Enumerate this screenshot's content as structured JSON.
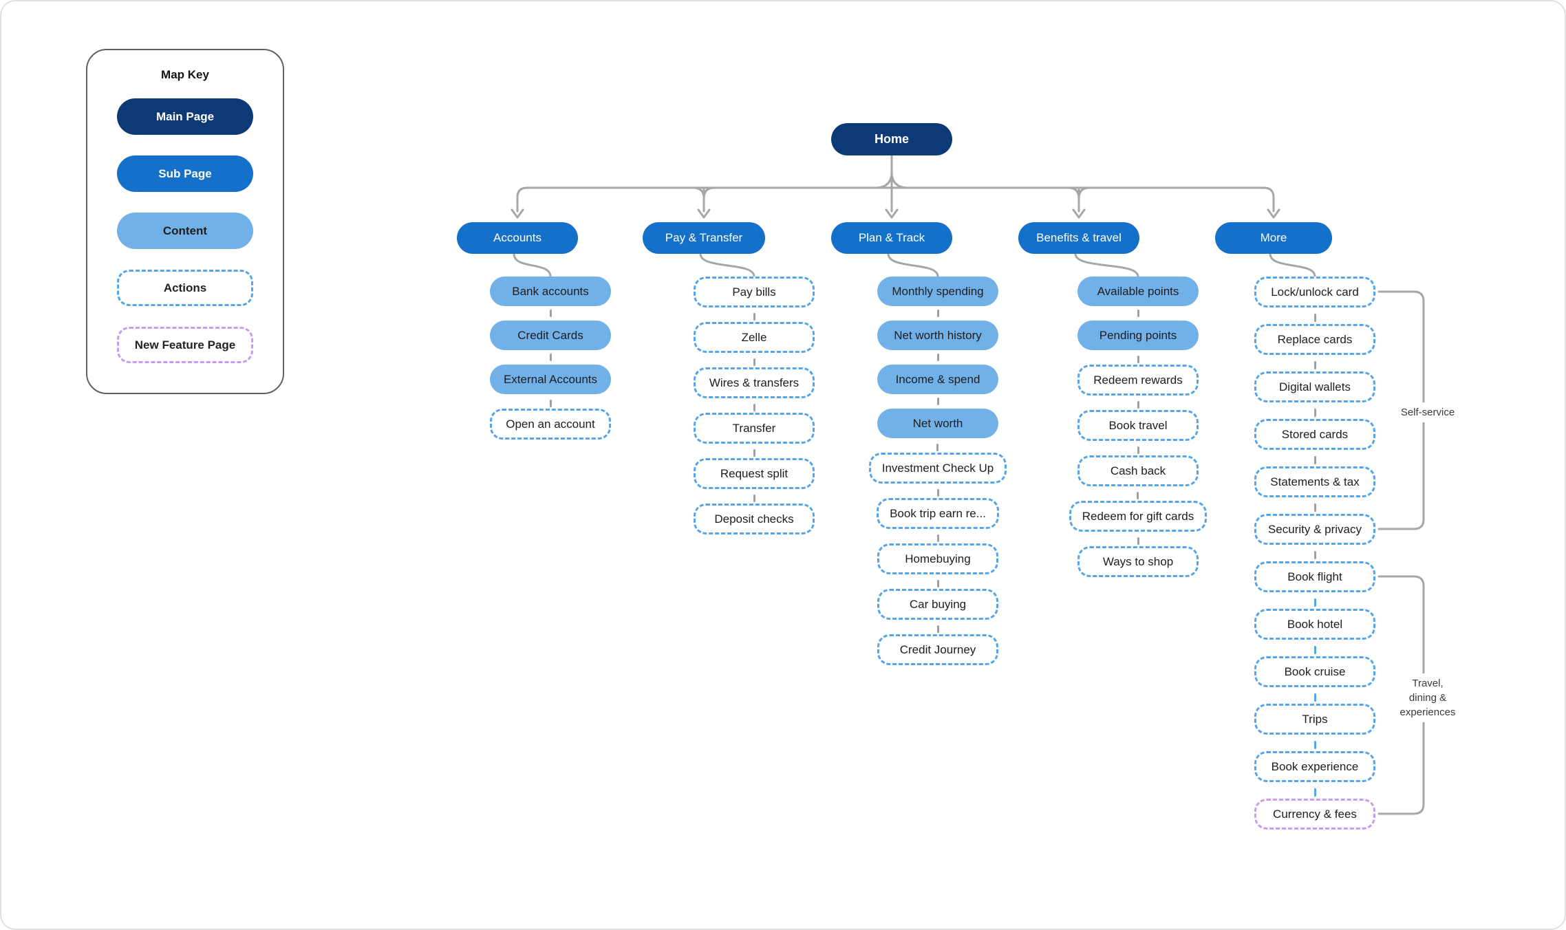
{
  "map_key": {
    "title": "Map Key",
    "items": [
      {
        "label": "Main Page",
        "type": "main"
      },
      {
        "label": "Sub Page",
        "type": "sub"
      },
      {
        "label": "Content",
        "type": "content"
      },
      {
        "label": "Actions",
        "type": "actions"
      },
      {
        "label": "New Feature Page",
        "type": "new-feature"
      }
    ]
  },
  "tree": {
    "root": {
      "label": "Home",
      "type": "main"
    },
    "branches": [
      {
        "label": "Accounts",
        "type": "sub",
        "children": [
          {
            "label": "Bank accounts",
            "type": "content"
          },
          {
            "label": "Credit Cards",
            "type": "content"
          },
          {
            "label": "External Accounts",
            "type": "content"
          },
          {
            "label": "Open an account",
            "type": "actions"
          }
        ]
      },
      {
        "label": "Pay & Transfer",
        "type": "sub",
        "children": [
          {
            "label": "Pay bills",
            "type": "actions"
          },
          {
            "label": "Zelle",
            "type": "actions"
          },
          {
            "label": "Wires & transfers",
            "type": "actions"
          },
          {
            "label": "Transfer",
            "type": "actions"
          },
          {
            "label": "Request split",
            "type": "actions"
          },
          {
            "label": "Deposit checks",
            "type": "actions"
          }
        ]
      },
      {
        "label": "Plan & Track",
        "type": "sub",
        "children": [
          {
            "label": "Monthly spending",
            "type": "content"
          },
          {
            "label": "Net worth history",
            "type": "content"
          },
          {
            "label": "Income & spend",
            "type": "content"
          },
          {
            "label": "Net worth",
            "type": "content"
          },
          {
            "label": "Investment Check Up",
            "type": "actions"
          },
          {
            "label": "Book trip earn re...",
            "type": "actions"
          },
          {
            "label": "Homebuying",
            "type": "actions"
          },
          {
            "label": "Car buying",
            "type": "actions"
          },
          {
            "label": "Credit Journey",
            "type": "actions"
          }
        ]
      },
      {
        "label": "Benefits & travel",
        "type": "sub",
        "children": [
          {
            "label": "Available points",
            "type": "content"
          },
          {
            "label": "Pending points",
            "type": "content"
          },
          {
            "label": "Redeem rewards",
            "type": "actions"
          },
          {
            "label": "Book travel",
            "type": "actions"
          },
          {
            "label": "Cash back",
            "type": "actions"
          },
          {
            "label": "Redeem for gift cards",
            "type": "actions"
          },
          {
            "label": "Ways to shop",
            "type": "actions"
          }
        ]
      },
      {
        "label": "More",
        "type": "sub",
        "children": [
          {
            "label": "Lock/unlock card",
            "type": "actions"
          },
          {
            "label": "Replace cards",
            "type": "actions"
          },
          {
            "label": "Digital wallets",
            "type": "actions"
          },
          {
            "label": "Stored cards",
            "type": "actions"
          },
          {
            "label": "Statements & tax",
            "type": "actions"
          },
          {
            "label": "Security & privacy",
            "type": "actions"
          },
          {
            "label": "Book flight",
            "type": "actions"
          },
          {
            "label": "Book hotel",
            "type": "actions"
          },
          {
            "label": "Book cruise",
            "type": "actions"
          },
          {
            "label": "Trips",
            "type": "actions"
          },
          {
            "label": "Book experience",
            "type": "actions"
          },
          {
            "label": "Currency & fees",
            "type": "new-feature"
          }
        ]
      }
    ]
  },
  "annotations": {
    "self_service": {
      "label": "Self-service"
    },
    "travel": {
      "lines": [
        "Travel,",
        "dining &",
        "experiences"
      ]
    }
  },
  "colors": {
    "main_page": "#0d3a76",
    "sub_page": "#1470c8",
    "content": "#72b1e8",
    "actions_border": "#55a3e8",
    "new_feature_border": "#c79bf2",
    "connector_gray": "#a6a6a6",
    "link_dash_gray": "#9f9f9f",
    "link_dash_blue": "#55a3e8"
  }
}
